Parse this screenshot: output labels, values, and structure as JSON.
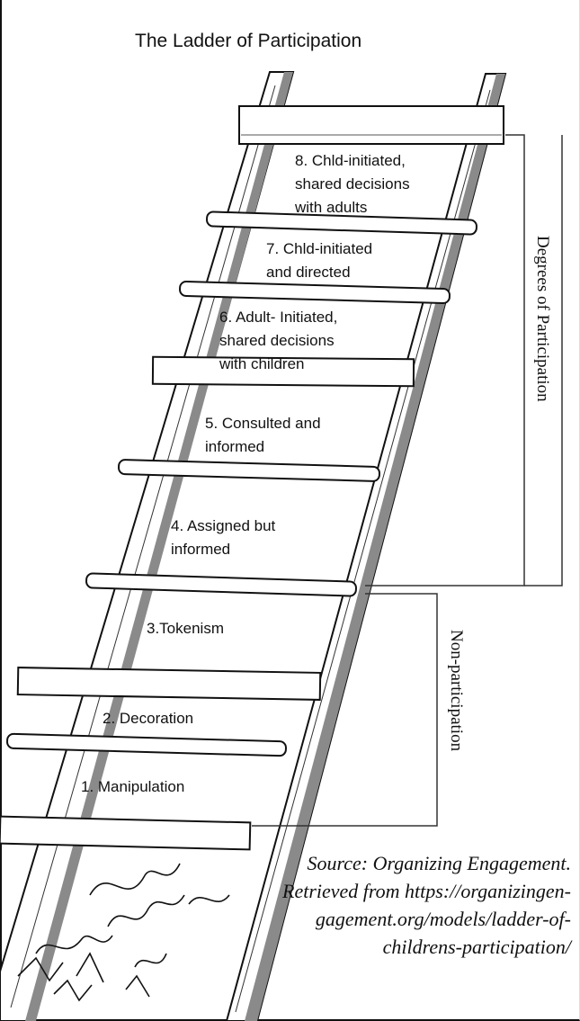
{
  "title": "The Ladder of Participation",
  "rungs": [
    {
      "level": 8,
      "label": "8. Chld-initiated,\nshared decisions\nwith adults"
    },
    {
      "level": 7,
      "label": "7. Chld-initiated\nand directed"
    },
    {
      "level": 6,
      "label": "6. Adult- Initiated,\nshared decisions\nwith children"
    },
    {
      "level": 5,
      "label": "5. Consulted and\ninformed"
    },
    {
      "level": 4,
      "label": "4. Assigned but\ninformed"
    },
    {
      "level": 3,
      "label": "3.Tokenism"
    },
    {
      "level": 2,
      "label": "2. Decoration"
    },
    {
      "level": 1,
      "label": "1. Manipulation"
    }
  ],
  "brackets": {
    "participation": "Degrees of Participation",
    "non_participation": "Non-participation"
  },
  "source": "Source: Organizing Engagement.\nRetrieved from https://organizingen-\ngagement.org/models/ladder-of-\nchildrens-participation/"
}
